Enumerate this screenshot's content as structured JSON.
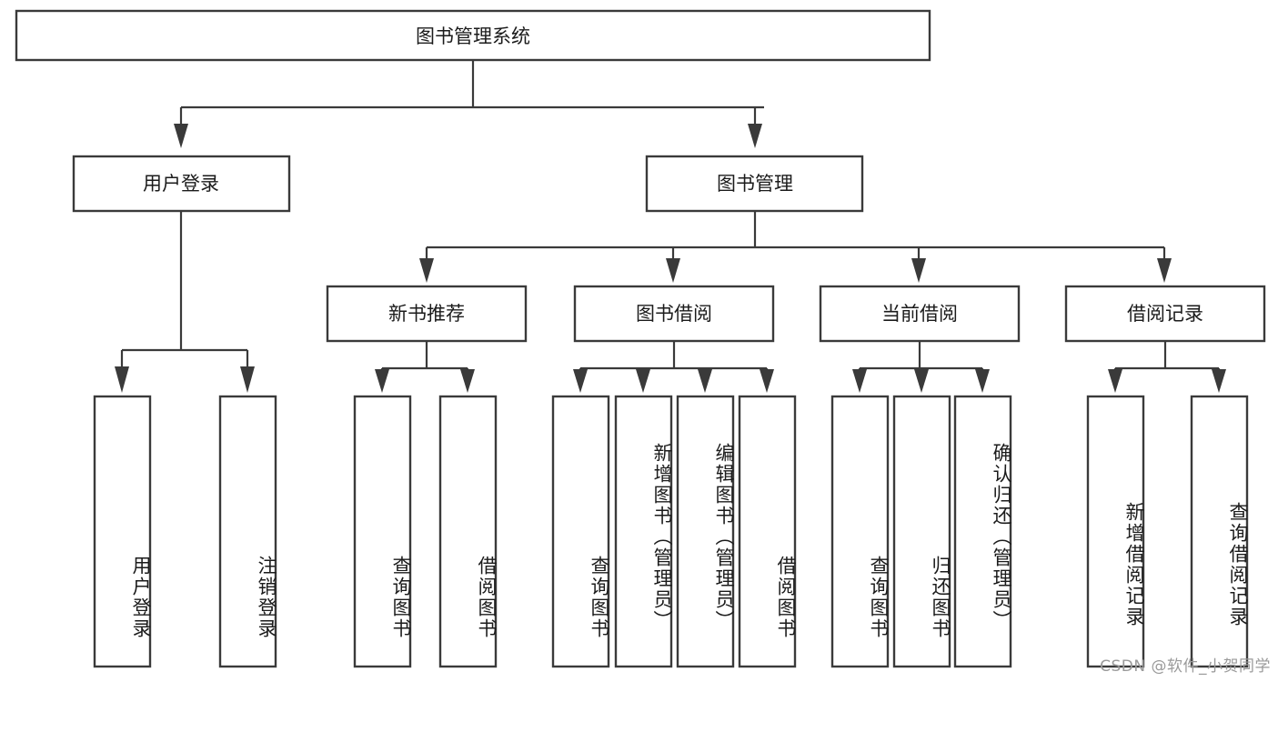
{
  "diagram": {
    "title": "图书管理系统",
    "type": "tree",
    "colors": {
      "box_stroke": "#3a3a3a",
      "box_fill": "#ffffff",
      "connector": "#3a3a3a",
      "text": "#1b1b1b",
      "watermark": "#9a9a9a",
      "background": "#ffffff"
    },
    "root": {
      "label": "图书管理系统"
    },
    "level2": [
      {
        "label": "用户登录"
      },
      {
        "label": "图书管理"
      }
    ],
    "level3": [
      {
        "label": "新书推荐"
      },
      {
        "label": "图书借阅"
      },
      {
        "label": "当前借阅"
      },
      {
        "label": "借阅记录"
      }
    ],
    "leaves": {
      "user_login": [
        {
          "label": "用户登录"
        },
        {
          "label": "注销登录"
        }
      ],
      "new_book_recommend": [
        {
          "label": "查询图书"
        },
        {
          "label": "借阅图书"
        }
      ],
      "book_borrow": [
        {
          "label": "查询图书"
        },
        {
          "label": "新增图书（管理员）"
        },
        {
          "label": "编辑图书（管理员）"
        },
        {
          "label": "借阅图书"
        }
      ],
      "current_borrow": [
        {
          "label": "查询图书"
        },
        {
          "label": "归还图书"
        },
        {
          "label": "确认归还（管理员）"
        }
      ],
      "borrow_record": [
        {
          "label": "新增借阅记录"
        },
        {
          "label": "查询借阅记录"
        }
      ]
    }
  },
  "watermark": {
    "text": "CSDN @软件_小贺同学"
  }
}
